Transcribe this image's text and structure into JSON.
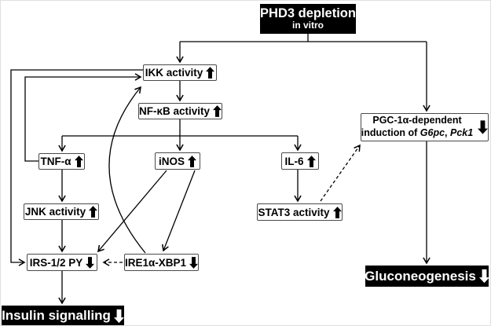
{
  "diagram": {
    "title_node": {
      "line1": "PHD3 depletion",
      "line2": "in vitro"
    },
    "nodes": {
      "ikk": {
        "label": "IKK activity",
        "trend": "up"
      },
      "nfkb": {
        "label": "NF-κB activity",
        "trend": "up"
      },
      "tnf": {
        "label": "TNF-α",
        "trend": "up"
      },
      "inos": {
        "label": "iNOS",
        "trend": "up"
      },
      "il6": {
        "label": "IL-6",
        "trend": "up"
      },
      "jnk": {
        "label": "JNK activity",
        "trend": "up"
      },
      "stat3": {
        "label": "STAT3 activity",
        "trend": "up"
      },
      "irs": {
        "label": "IRS-1/2 PY",
        "trend": "down"
      },
      "ire1": {
        "label": "IRE1α-XBP1",
        "trend": "down"
      },
      "pgc": {
        "line1": "PGC-1α-dependent",
        "line2_prefix": "induction of ",
        "gene1": "G6pc",
        "gene_separator": ", ",
        "gene2": "Pck1",
        "trend": "down"
      },
      "insulin": {
        "label": "Insulin signalling",
        "trend": "down"
      },
      "gluconeo": {
        "label": "Gluconeogenesis",
        "trend": "down"
      }
    },
    "edges": [
      {
        "from": "PHD3 depletion",
        "to": "IKK activity",
        "style": "solid"
      },
      {
        "from": "PHD3 depletion",
        "to": "PGC-1α-dependent induction of G6pc, Pck1",
        "style": "solid"
      },
      {
        "from": "IKK activity",
        "to": "NF-κB activity",
        "style": "solid"
      },
      {
        "from": "NF-κB activity",
        "to": "TNF-α",
        "style": "solid"
      },
      {
        "from": "NF-κB activity",
        "to": "iNOS",
        "style": "solid"
      },
      {
        "from": "NF-κB activity",
        "to": "IL-6",
        "style": "solid"
      },
      {
        "from": "TNF-α",
        "to": "JNK activity",
        "style": "solid"
      },
      {
        "from": "TNF-α",
        "to": "IKK activity",
        "style": "solid"
      },
      {
        "from": "JNK activity",
        "to": "IRS-1/2 PY",
        "style": "solid"
      },
      {
        "from": "IKK activity",
        "to": "IRS-1/2 PY",
        "style": "solid"
      },
      {
        "from": "iNOS",
        "to": "IRS-1/2 PY",
        "style": "solid"
      },
      {
        "from": "iNOS",
        "to": "IRE1α-XBP1",
        "style": "solid"
      },
      {
        "from": "IRE1α-XBP1",
        "to": "IRS-1/2 PY",
        "style": "dashed"
      },
      {
        "from": "IRE1α-XBP1",
        "to": "IKK activity",
        "style": "solid-curved"
      },
      {
        "from": "IL-6",
        "to": "STAT3 activity",
        "style": "solid"
      },
      {
        "from": "STAT3 activity",
        "to": "PGC-1α-dependent induction of G6pc, Pck1",
        "style": "dashed"
      },
      {
        "from": "IRS-1/2 PY",
        "to": "Insulin signalling",
        "style": "solid"
      },
      {
        "from": "PGC-1α-dependent induction of G6pc, Pck1",
        "to": "Gluconeogenesis",
        "style": "solid"
      }
    ],
    "colors": {
      "background": "#ffffff",
      "node_border": "#4a4a4a",
      "line": "#000000",
      "emphasis_bg": "#000000",
      "emphasis_text": "#ffffff"
    }
  }
}
